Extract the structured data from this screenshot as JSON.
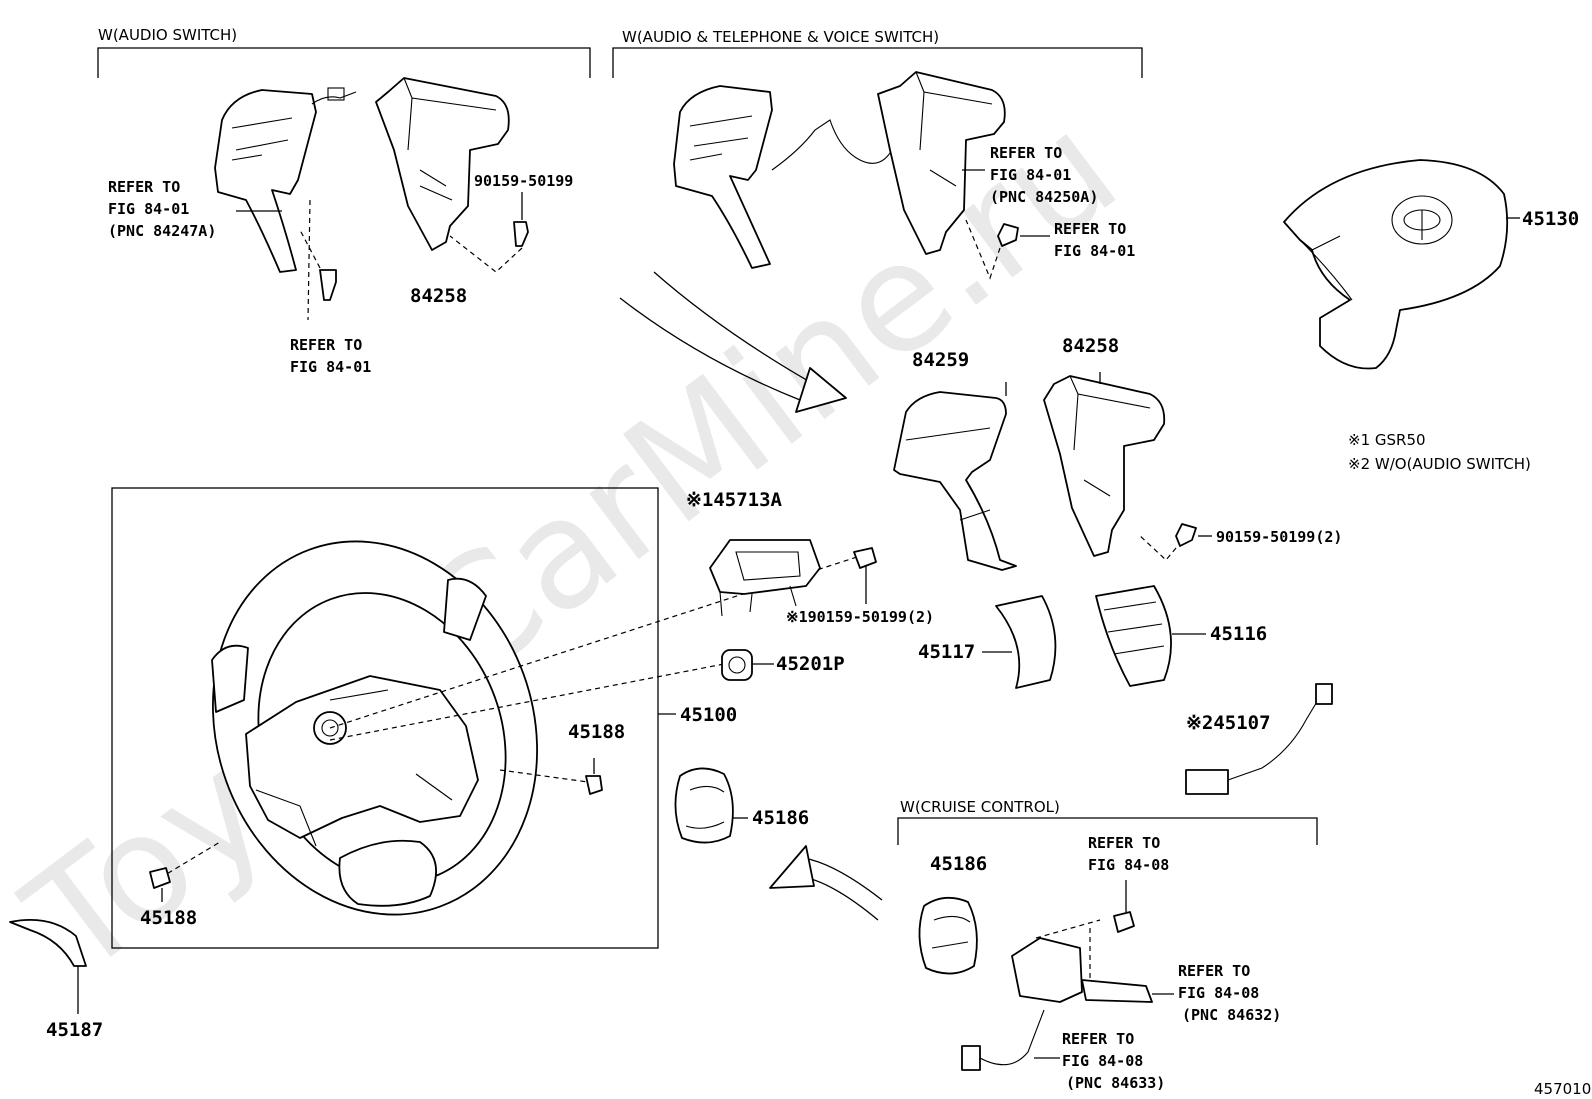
{
  "watermark": "ToyotaCarMine.ru",
  "groups": {
    "audio_switch": "W(AUDIO SWITCH)",
    "audio_tel_voice": "W(AUDIO & TELEPHONE & VOICE SWITCH)",
    "cruise_control": "W(CRUISE CONTROL)"
  },
  "notes": {
    "note1": "※1 GSR50",
    "note2": "※2 W/O(AUDIO SWITCH)"
  },
  "labels": {
    "ref_a1": "REFER TO",
    "ref_a2": "FIG 84-01",
    "ref_a3": "(PNC 84247A)",
    "p_90159_top": "90159-50199",
    "p_84258_top": "84258",
    "ref_b1": "REFER TO",
    "ref_b2": "FIG 84-01",
    "ref_c1": "REFER TO",
    "ref_c2": "FIG 84-01",
    "ref_c3": "(PNC 84250A)",
    "ref_d1": "REFER TO",
    "ref_d2": "FIG 84-01",
    "p_45130": "45130",
    "p_84259": "84259",
    "p_84258_mid": "84258",
    "p_90159_mid": "90159-50199(2)",
    "p_45713a": "※145713A",
    "p_90159_n1": "※190159-50199(2)",
    "p_45201p": "45201P",
    "p_45117": "45117",
    "p_45116": "45116",
    "p_45100": "45100",
    "p_45188_r": "45188",
    "p_45188_l": "45188",
    "p_45186": "45186",
    "p_45107": "※245107",
    "p_45186_cc": "45186",
    "ref_e1": "REFER TO",
    "ref_e2": "FIG 84-08",
    "ref_f1": "REFER TO",
    "ref_f2": "FIG 84-08",
    "ref_f3": "(PNC 84632)",
    "ref_g1": "REFER TO",
    "ref_g2": "FIG 84-08",
    "ref_g3": "(PNC 84633)",
    "p_45187": "45187",
    "fig_code": "457010"
  }
}
